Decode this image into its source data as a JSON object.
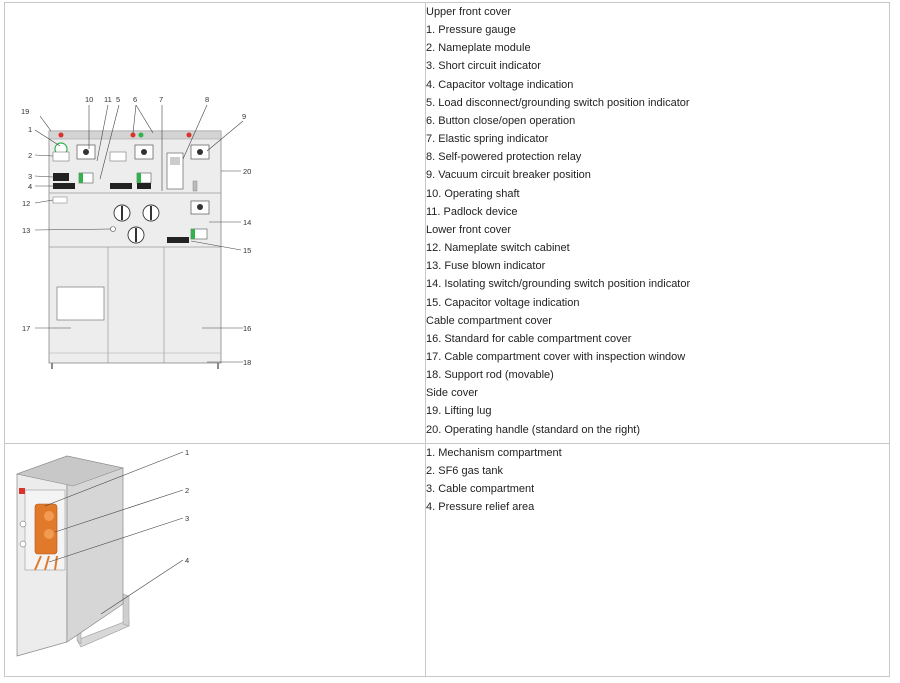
{
  "front_view": {
    "callouts": [
      "1",
      "2",
      "3",
      "4",
      "5",
      "6",
      "7",
      "8",
      "9",
      "10",
      "11",
      "12",
      "13",
      "14",
      "15",
      "16",
      "17",
      "18",
      "19",
      "20"
    ],
    "legend": [
      "Upper front cover",
      "1. Pressure gauge",
      "2. Nameplate module",
      "3. Short circuit indicator",
      "4. Capacitor voltage indication",
      "5. Load disconnect/grounding switch position indicator",
      "6. Button close/open operation",
      "7. Elastic spring indicator",
      "8. Self-powered protection relay",
      "9. Vacuum circuit breaker position",
      "10. Operating shaft",
      "11. Padlock device",
      "Lower front cover",
      "12. Nameplate switch cabinet",
      "13. Fuse blown indicator",
      "14. Isolating switch/grounding switch position indicator",
      "15. Capacitor voltage indication",
      "Cable compartment cover",
      "16. Standard for cable compartment cover",
      "17. Cable compartment cover with inspection window",
      "18. Support rod (movable)",
      "Side cover",
      "19. Lifting lug",
      "20. Operating handle (standard on the right)"
    ]
  },
  "side_view": {
    "callouts": [
      "1",
      "2",
      "3",
      "4"
    ],
    "legend": [
      "1. Mechanism compartment",
      "2. SF6 gas tank",
      "3. Cable compartment",
      "4. Pressure relief area"
    ]
  },
  "colors": {
    "orange": "#e07a2a",
    "panel_grey": "#e6e6e6",
    "border": "#c8c8c8",
    "indicator_green": "#2fb34a",
    "indicator_red": "#d9342b"
  }
}
